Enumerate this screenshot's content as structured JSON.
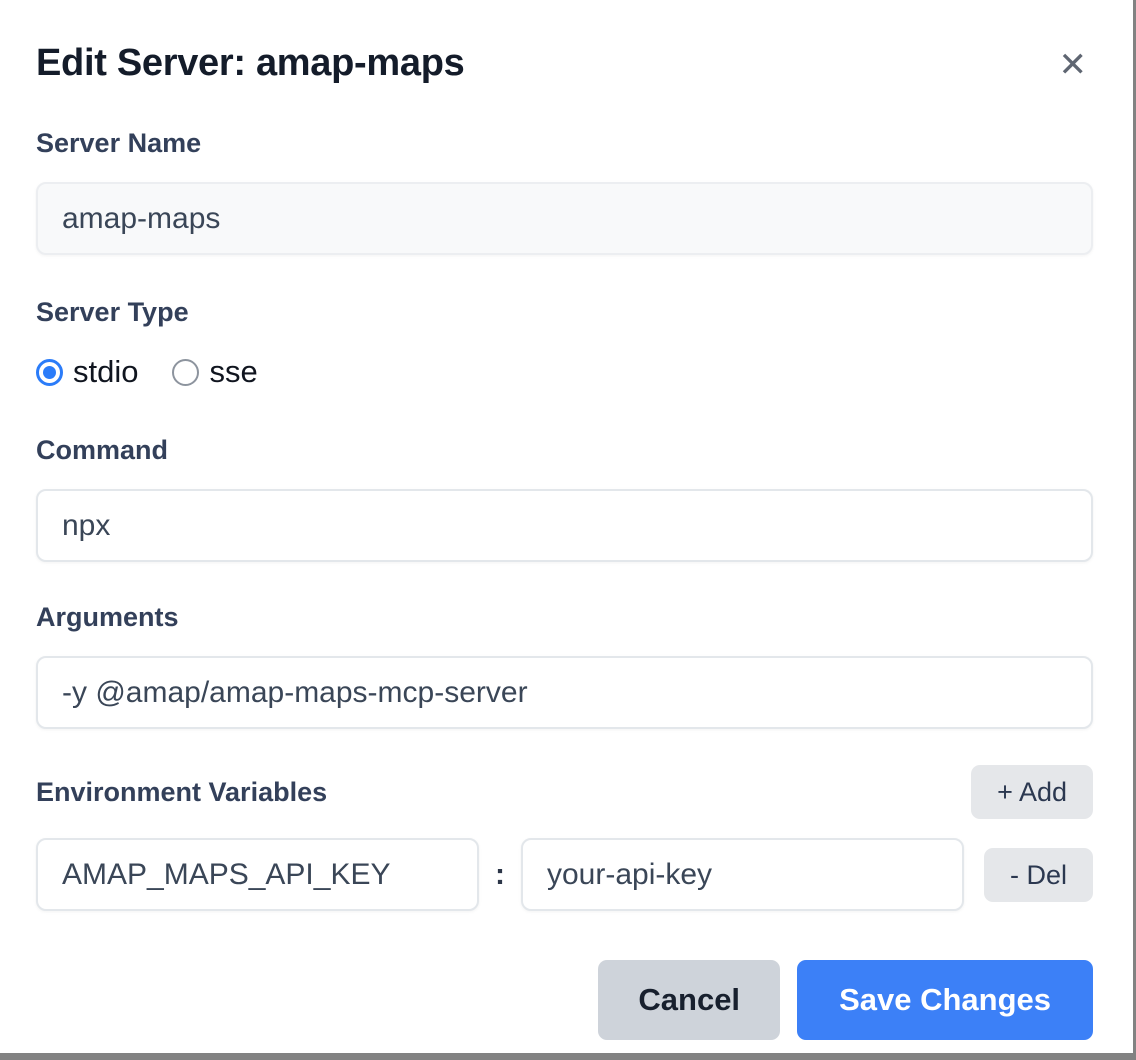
{
  "modal": {
    "title": "Edit Server: amap-maps",
    "close_icon": "✕"
  },
  "fields": {
    "server_name": {
      "label": "Server Name",
      "value": "amap-maps"
    },
    "server_type": {
      "label": "Server Type",
      "options": [
        {
          "label": "stdio",
          "selected": true
        },
        {
          "label": "sse",
          "selected": false
        }
      ]
    },
    "command": {
      "label": "Command",
      "value": "npx"
    },
    "arguments": {
      "label": "Arguments",
      "value": "-y @amap/amap-maps-mcp-server"
    },
    "env_vars": {
      "label": "Environment Variables",
      "add_button": "+ Add",
      "rows": [
        {
          "key": "AMAP_MAPS_API_KEY",
          "separator": ":",
          "value": "your-api-key",
          "del_button": "- Del"
        }
      ]
    }
  },
  "footer": {
    "cancel": "Cancel",
    "save": "Save Changes"
  },
  "colors": {
    "accent_blue": "#3c80f7",
    "radio_blue": "#2b7cf9",
    "cancel_gray": "#ced3da",
    "small_button_gray": "#e5e7ea",
    "backdrop_gray": "#828282"
  }
}
